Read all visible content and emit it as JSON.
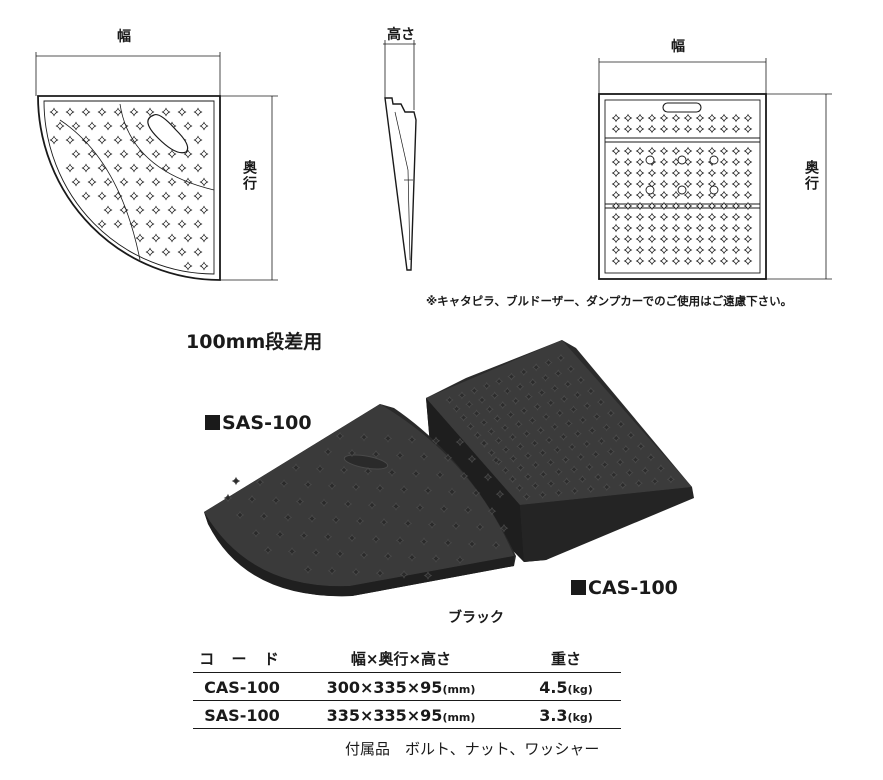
{
  "diagram": {
    "sas_width_label": "幅",
    "sas_depth_label": "奥行",
    "side_height_label": "高さ",
    "cas_width_label": "幅",
    "cas_depth_label": "奥行"
  },
  "note": "※キャタピラ、ブルドーザー、ダンプカーでのご使用はご遠慮下さい。",
  "section_title": "100mm段差用",
  "products": {
    "sas_label": "SAS-100",
    "cas_label": "CAS-100",
    "color_label": "ブラック"
  },
  "spec_table": {
    "headers": [
      "コ ー ド",
      "幅×奥行×高さ",
      "重さ"
    ],
    "rows": [
      {
        "code": "CAS-100",
        "dims": "300×335×95",
        "dims_unit": "(mm)",
        "weight": "4.5",
        "weight_unit": "(kg)"
      },
      {
        "code": "SAS-100",
        "dims": "335×335×95",
        "dims_unit": "(mm)",
        "weight": "3.3",
        "weight_unit": "(kg)"
      }
    ]
  },
  "accessories": "付属品　ボルト、ナット、ワッシャー",
  "colors": {
    "ink": "#1a1a1a",
    "rubber": "#2e2e2e",
    "rubber_top": "#3a3a3a"
  }
}
